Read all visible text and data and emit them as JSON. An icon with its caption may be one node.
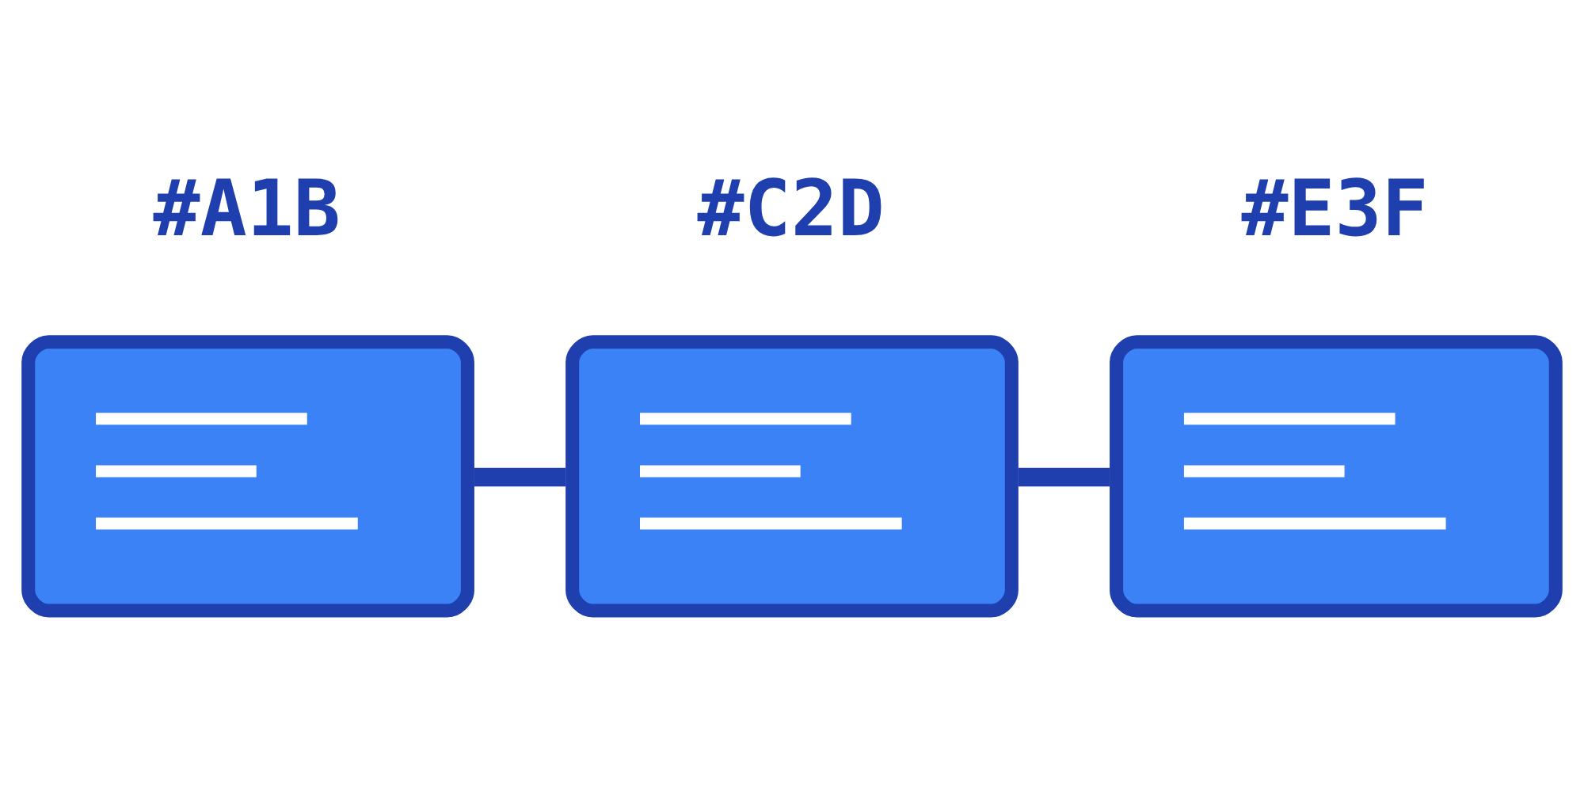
{
  "diagram": {
    "nodes": [
      {
        "text": [
          "#A1B"
        ]
      },
      {
        "text": [
          "#C2D"
        ]
      },
      {
        "text": [
          "#E3F"
        ]
      }
    ],
    "edges": [
      {
        "from": 0,
        "to": 1,
        "arrow": "none"
      },
      {
        "from": 1,
        "to": 2,
        "arrow": "none"
      }
    ]
  }
}
